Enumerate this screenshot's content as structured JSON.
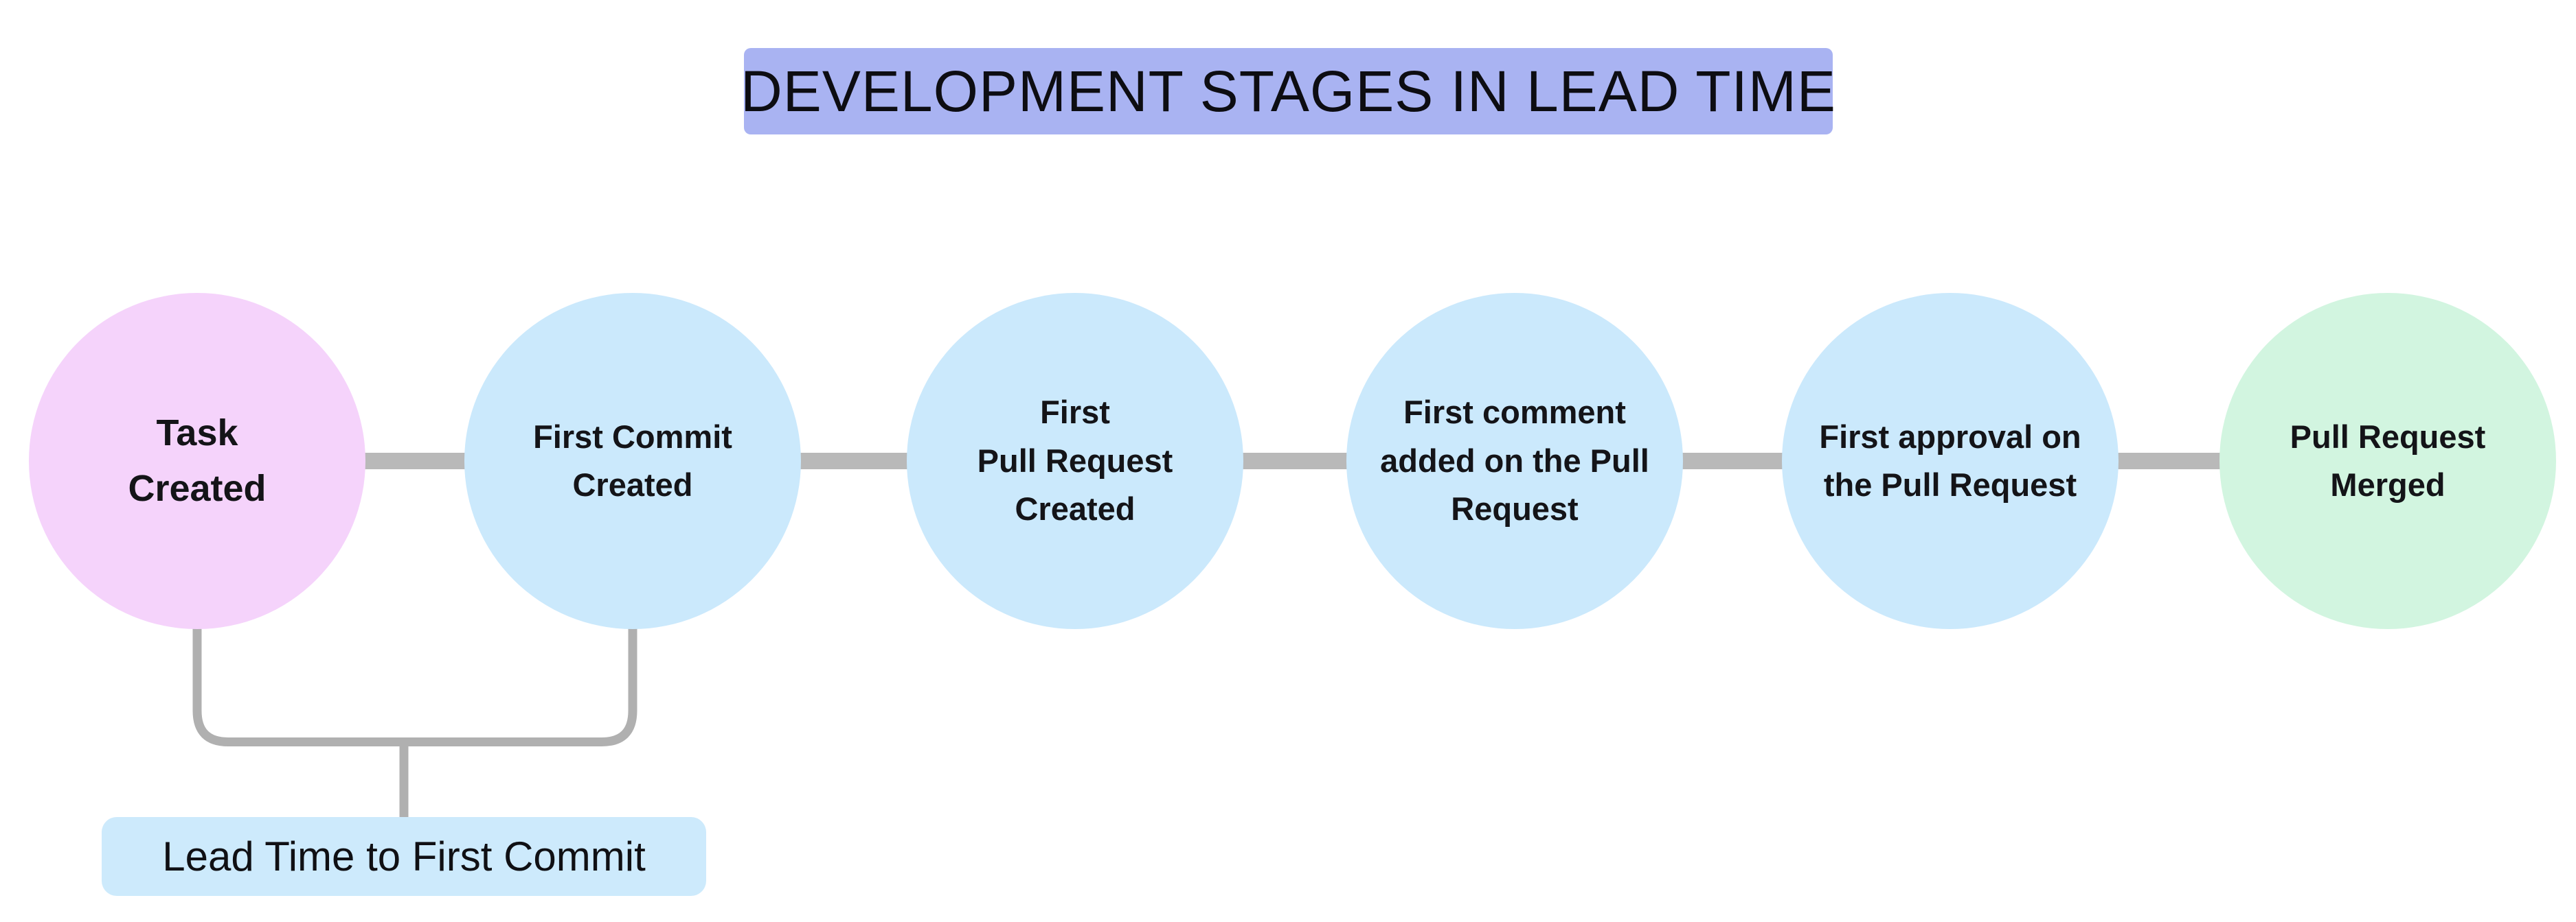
{
  "title": {
    "text": "DEVELOPMENT STAGES IN LEAD TIME",
    "bg_color": "#a9b3f2"
  },
  "stages": [
    {
      "label": "Task\nCreated",
      "color": "#f5d3fb"
    },
    {
      "label": "First Commit\nCreated",
      "color": "#cbe9fc"
    },
    {
      "label": "First\nPull Request\nCreated",
      "color": "#cbe9fc"
    },
    {
      "label": "First comment\nadded on the Pull\nRequest",
      "color": "#cbe9fc"
    },
    {
      "label": "First approval on\nthe Pull Request",
      "color": "#cbe9fc"
    },
    {
      "label": "Pull Request\nMerged",
      "color": "#d2f5e0"
    }
  ],
  "connector": {
    "color": "#b9b9b9"
  },
  "bracket": {
    "color": "#b0b0b0"
  },
  "lead_time_annotation": {
    "label": "Lead Time to First Commit",
    "bg_color": "#cdeafc"
  }
}
